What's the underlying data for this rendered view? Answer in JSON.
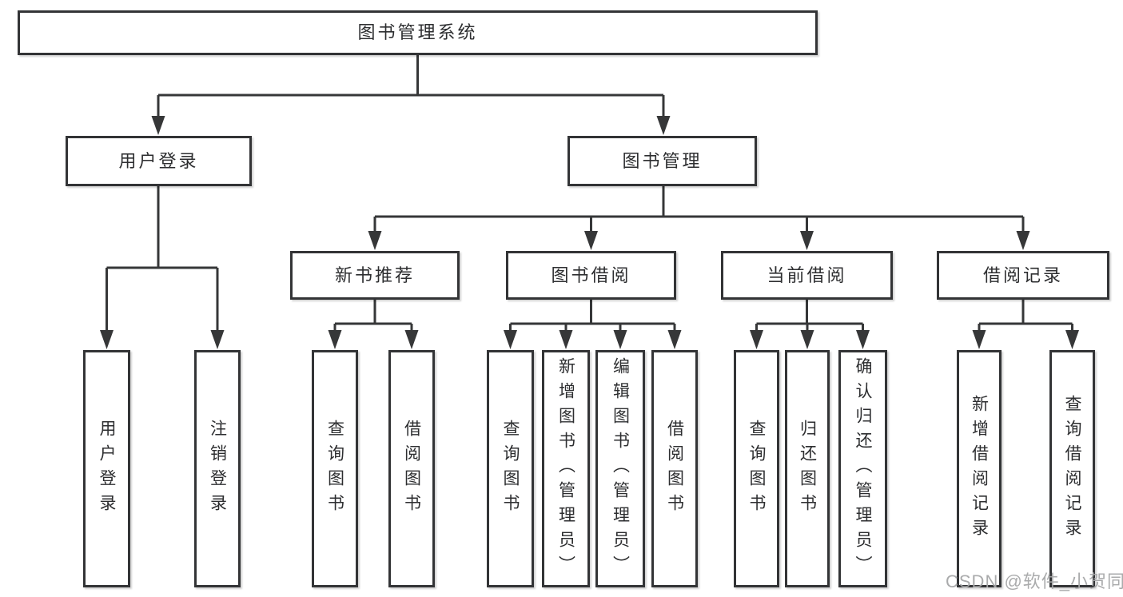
{
  "diagram": {
    "root": "图书管理系统",
    "level2": {
      "user_login": "用户登录",
      "book_management": "图书管理"
    },
    "level3": {
      "new_book_recommend": "新书推荐",
      "book_borrowing": "图书借阅",
      "current_borrowing": "当前借阅",
      "borrowing_records": "借阅记录"
    },
    "leaves": {
      "user_login": [
        "用户登录",
        "注销登录"
      ],
      "new_book_recommend": [
        "查询图书",
        "借阅图书"
      ],
      "book_borrowing": [
        "查询图书",
        "新增图书（管理员）",
        "编辑图书（管理员）",
        "借阅图书"
      ],
      "current_borrowing": [
        "查询图书",
        "归还图书",
        "确认归还（管理员）"
      ],
      "borrowing_records": [
        "新增借阅记录",
        "查询借阅记录"
      ]
    }
  },
  "watermark": "CSDN @软件_小贺同学",
  "colors": {
    "background": "#ffffff",
    "box_border": "#333436",
    "connector_line": "#363738",
    "text": "#2d2e30",
    "watermark": "#a5a6a8"
  }
}
